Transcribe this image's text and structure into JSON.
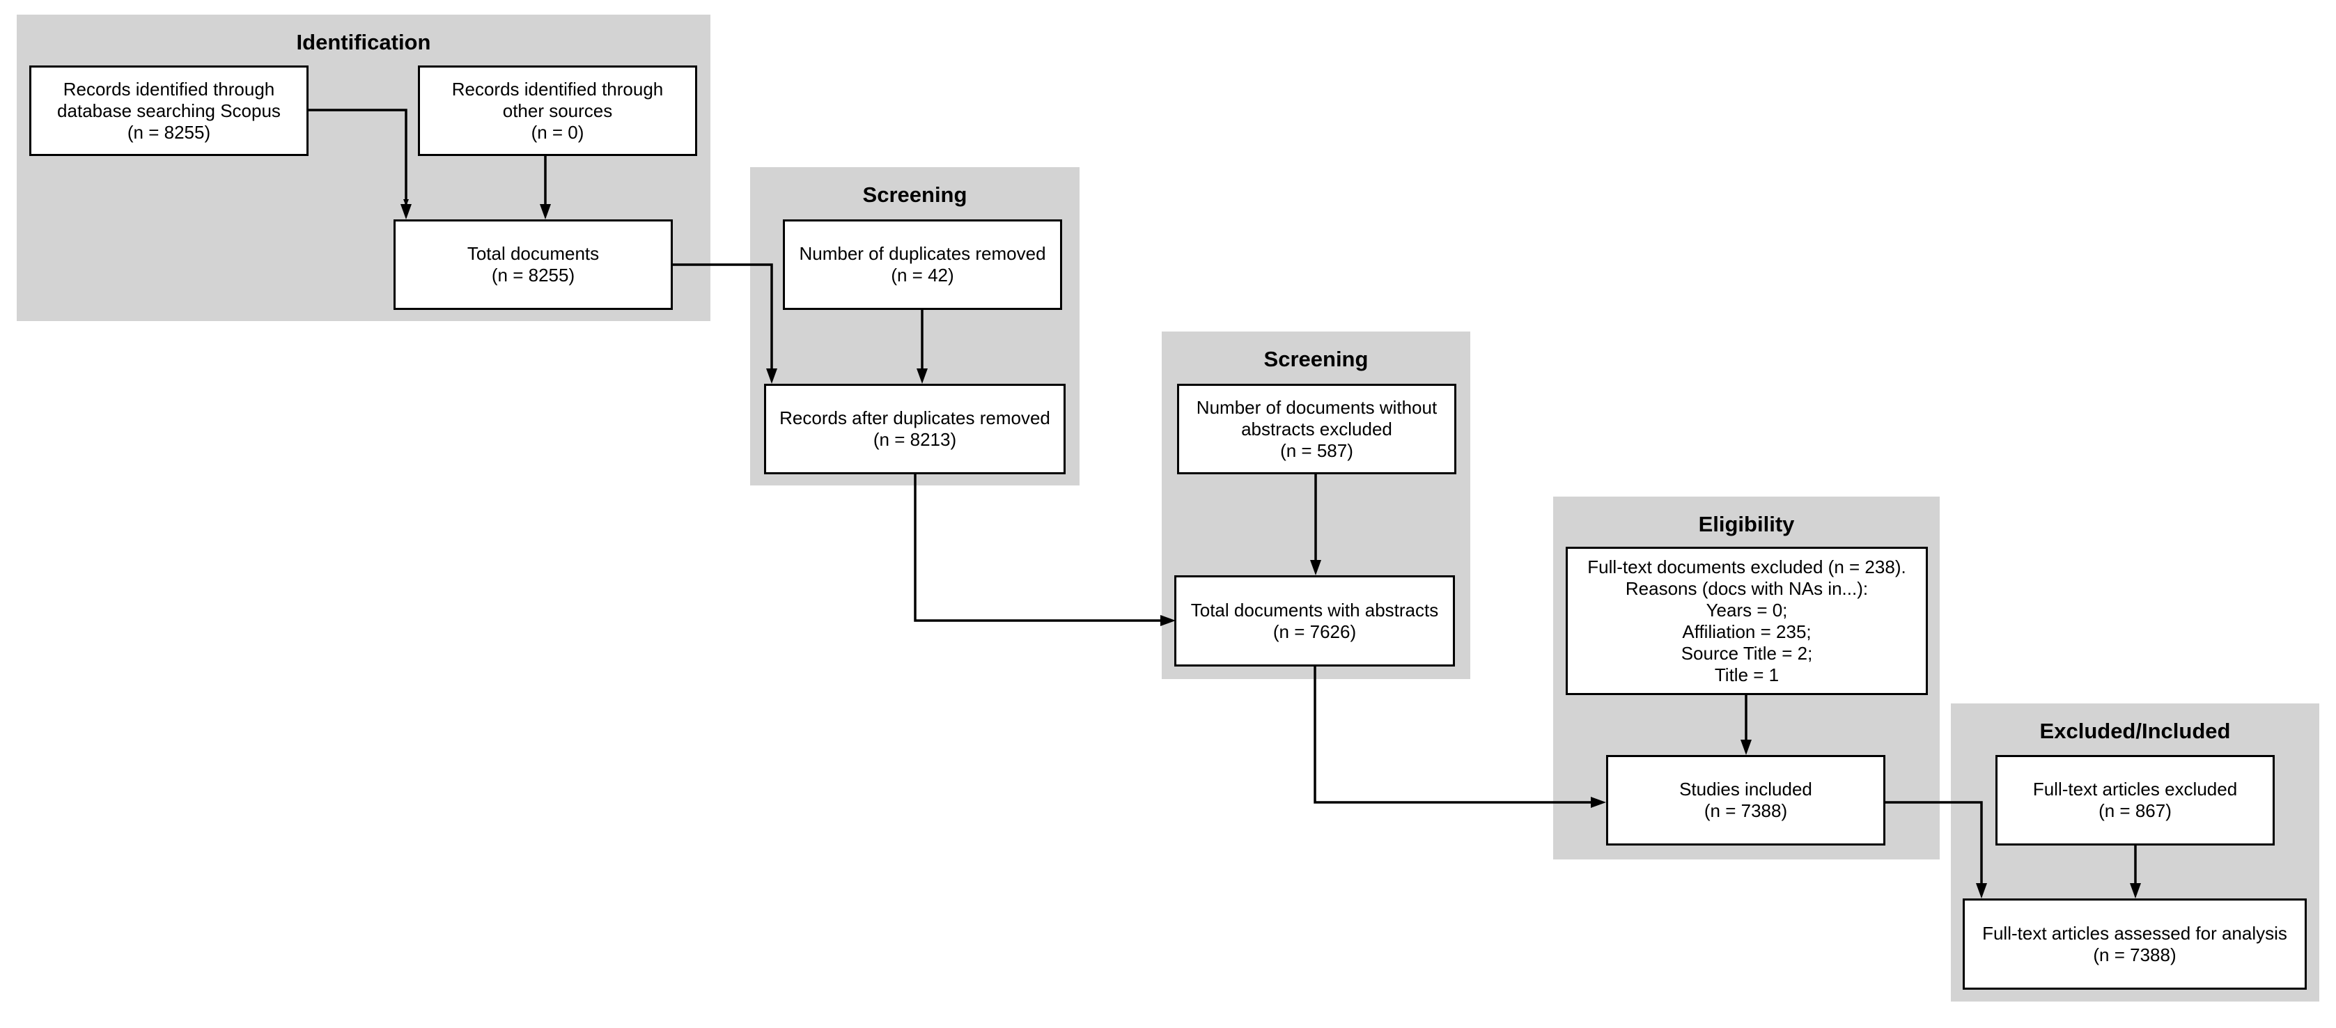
{
  "clusters": {
    "identification": "Identification",
    "screening_1": "Screening",
    "screening_2": "Screening",
    "eligibility": "Eligibility",
    "excluded_included": "Excluded/Included"
  },
  "nodes": {
    "db_search": [
      "Records identified through",
      "database searching Scopus",
      "(n = 8255)"
    ],
    "other_sources": [
      "Records identified through",
      "other sources",
      "(n = 0)"
    ],
    "total_docs": [
      "Total documents",
      "(n = 8255)"
    ],
    "duplicates_removed": [
      "Number of duplicates removed",
      "(n = 42)"
    ],
    "after_duplicates": [
      "Records after duplicates removed",
      "(n = 8213)"
    ],
    "no_abstracts": [
      "Number of documents without",
      "abstracts excluded",
      "(n = 587)"
    ],
    "with_abstracts": [
      "Total documents with abstracts",
      "(n = 7626)"
    ],
    "fulltext_excluded_reasons": [
      "Full-text documents excluded (n = 238).",
      "Reasons (docs with NAs in...):",
      "Years = 0;",
      "Affiliation = 235;",
      "Source Title = 2;",
      "Title = 1"
    ],
    "studies_included": [
      "Studies included",
      "(n = 7388)"
    ],
    "fulltext_articles_excluded": [
      "Full-text articles excluded",
      "(n = 867)"
    ],
    "assessed_for_analysis": [
      "Full-text articles assessed for analysis",
      "(n = 7388)"
    ]
  }
}
